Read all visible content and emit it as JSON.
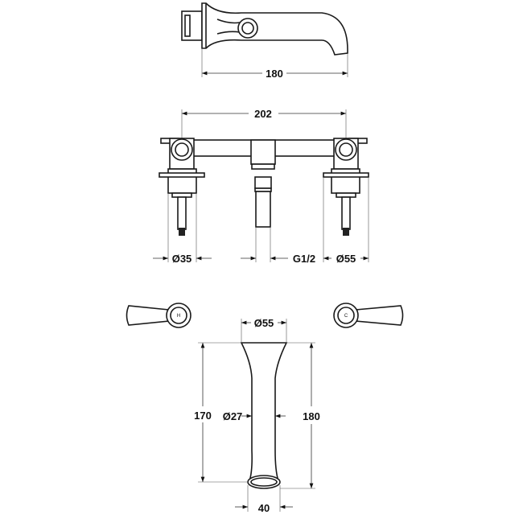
{
  "side_view": {
    "width_label": "180"
  },
  "front_view": {
    "centres_label": "202",
    "valve_diameter_label": "Ø35",
    "connection_label": "G1/2",
    "plate_diameter_label": "Ø55"
  },
  "handles": {
    "hot_label": "H",
    "cold_label": "C"
  },
  "spout_view": {
    "top_diameter_label": "Ø55",
    "length_inner_label": "170",
    "length_outer_label": "180",
    "waist_diameter_label": "Ø27",
    "outlet_width_label": "40"
  }
}
